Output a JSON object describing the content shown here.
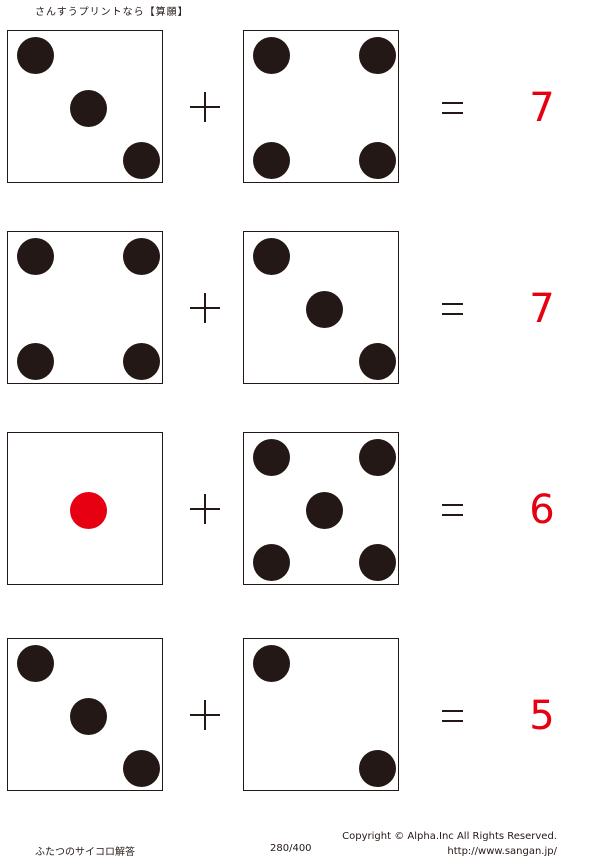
{
  "header": "さんすうプリントなら【算願】",
  "problems": [
    {
      "left_die": 3,
      "right_die": 4,
      "plus": "+",
      "equals": "=",
      "answer": "7"
    },
    {
      "left_die": 4,
      "right_die": 3,
      "plus": "+",
      "equals": "=",
      "answer": "7"
    },
    {
      "left_die": 1,
      "right_die": 5,
      "plus": "+",
      "equals": "=",
      "answer": "6"
    },
    {
      "left_die": 3,
      "right_die": 2,
      "plus": "+",
      "equals": "=",
      "answer": "5"
    }
  ],
  "footer": {
    "title": "ふたつのサイコロ解答",
    "page": "280/400",
    "copyright": "Copyright © Alpha.Inc All Rights Reserved.",
    "url": "http://www.sangan.jp/"
  },
  "colors": {
    "pip": "#231815",
    "one_pip": "#e60012",
    "answer": "#e60012",
    "border": "#231815"
  }
}
